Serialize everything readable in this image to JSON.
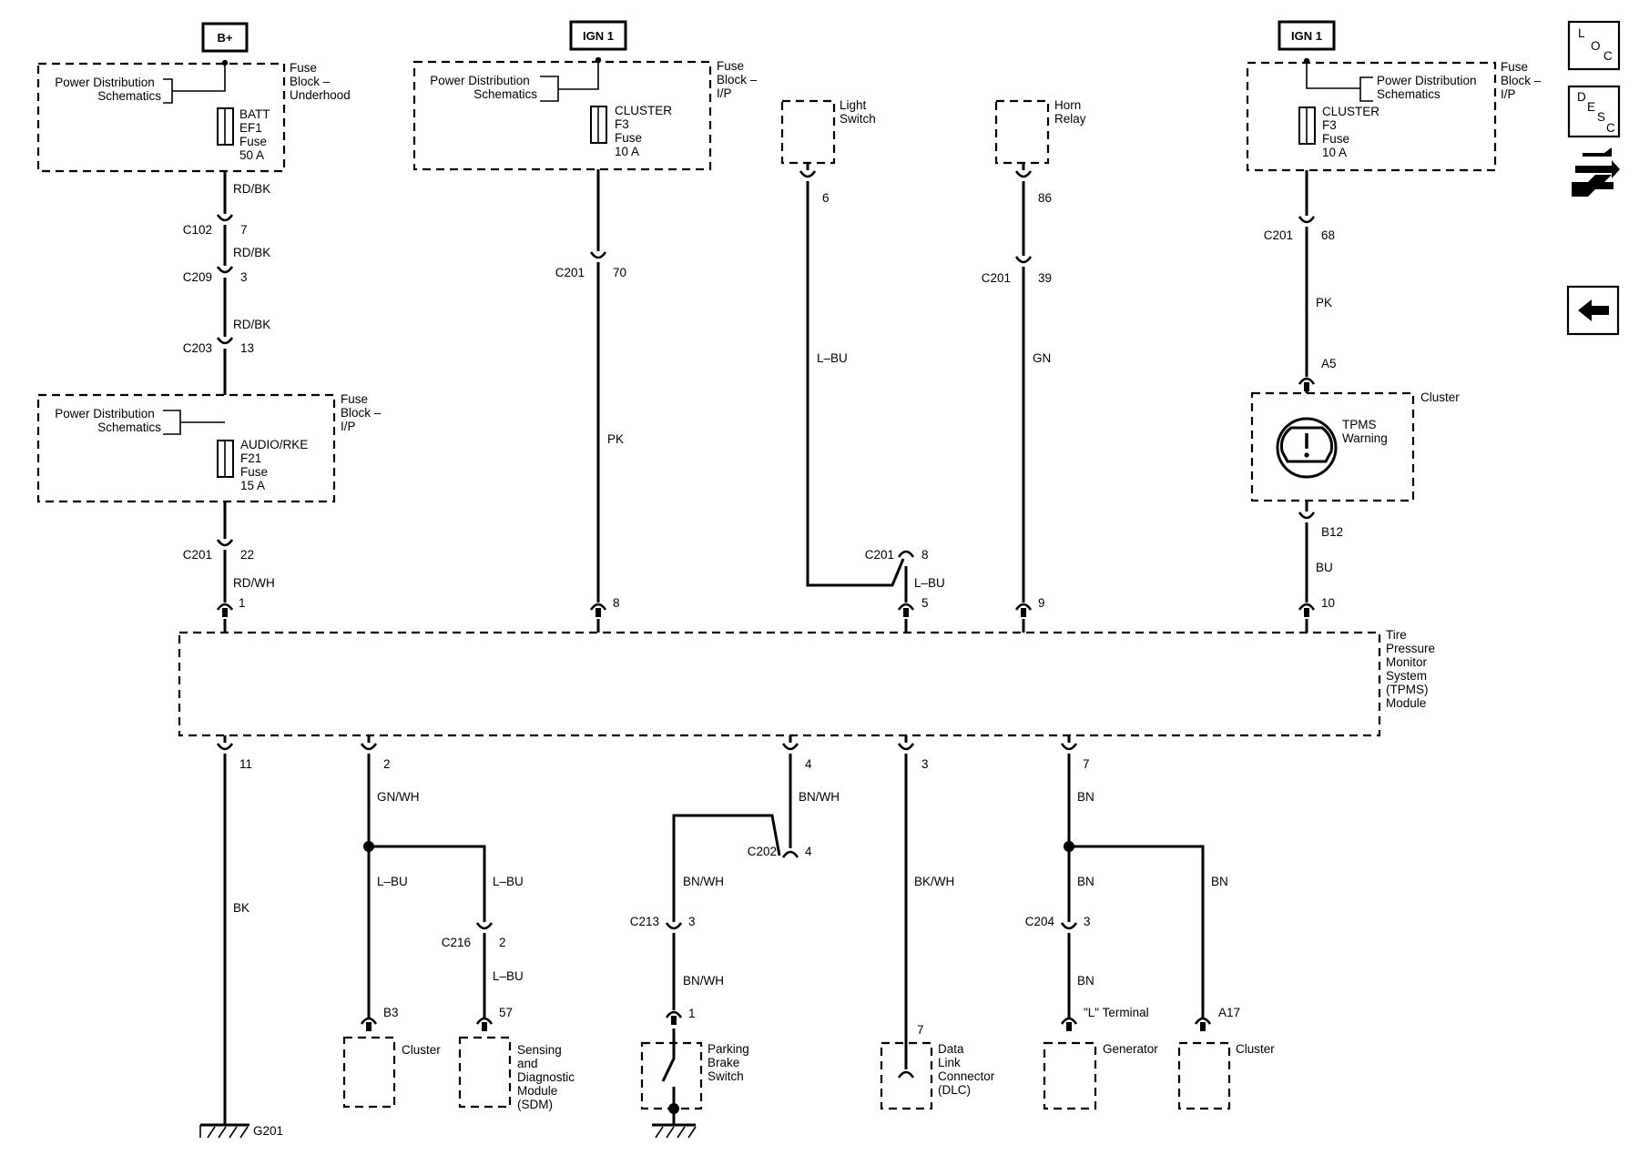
{
  "sources": {
    "b_plus": "B+",
    "ign1_left": "IGN 1",
    "ign1_right": "IGN 1"
  },
  "pds": "Power Distribution",
  "pds2": "Schematics",
  "fb_underhood": [
    "Fuse",
    "Block –",
    "Underhood"
  ],
  "fb_ip": [
    "Fuse",
    "Block –",
    "I/P"
  ],
  "fuse_batt": [
    "BATT",
    "EF1",
    "Fuse",
    "50 A"
  ],
  "fuse_audio": [
    "AUDIO/RKE",
    "F21",
    "Fuse",
    "15 A"
  ],
  "fuse_cluster": [
    "CLUSTER",
    "F3",
    "Fuse",
    "10 A"
  ],
  "light_switch": [
    "Light",
    "Switch"
  ],
  "horn_relay": [
    "Horn",
    "Relay"
  ],
  "cluster_label": "Cluster",
  "tpms_warning": [
    "TPMS",
    "Warning"
  ],
  "module_label": [
    "Tire",
    "Pressure",
    "Monitor",
    "System",
    "(TPMS)",
    "Module"
  ],
  "wires": {
    "rdbk": "RD/BK",
    "rdwh": "RD/WH",
    "pk": "PK",
    "lbu": "L–BU",
    "gn": "GN",
    "bu": "BU",
    "bk": "BK",
    "gnwh": "GN/WH",
    "bnwh": "BN/WH",
    "bkwh": "BK/WH",
    "bn": "BN"
  },
  "connectors": {
    "c102": "C102",
    "c209": "C209",
    "c203": "C203",
    "c201": "C201",
    "c202": "C202",
    "c213": "C213",
    "c216": "C216",
    "c204": "C204"
  },
  "pins": {
    "p7": "7",
    "p3": "3",
    "p13": "13",
    "p22": "22",
    "p1": "1",
    "p70": "70",
    "p8": "8",
    "p6": "6",
    "p5": "5",
    "p86": "86",
    "p39": "39",
    "p9": "9",
    "p68": "68",
    "a5": "A5",
    "b12": "B12",
    "p10": "10",
    "p11": "11",
    "p2": "2",
    "p4": "4",
    "p57": "57",
    "b3": "B3",
    "a17": "A17",
    "l_terminal": "\"L\" Terminal"
  },
  "components": {
    "sdm": [
      "Sensing",
      "and",
      "Diagnostic",
      "Module",
      "(SDM)"
    ],
    "parking": [
      "Parking",
      "Brake",
      "Switch"
    ],
    "dlc": [
      "Data",
      "Link",
      "Connector",
      "(DLC)"
    ],
    "generator": "Generator"
  },
  "ground": "G201",
  "nav": {
    "loc": [
      "L",
      "O",
      "C"
    ],
    "desc": [
      "D",
      "E",
      "S",
      "C"
    ]
  },
  "icons": [
    "loc-icon",
    "desc-icon",
    "connector-icon",
    "back-arrow-icon"
  ]
}
